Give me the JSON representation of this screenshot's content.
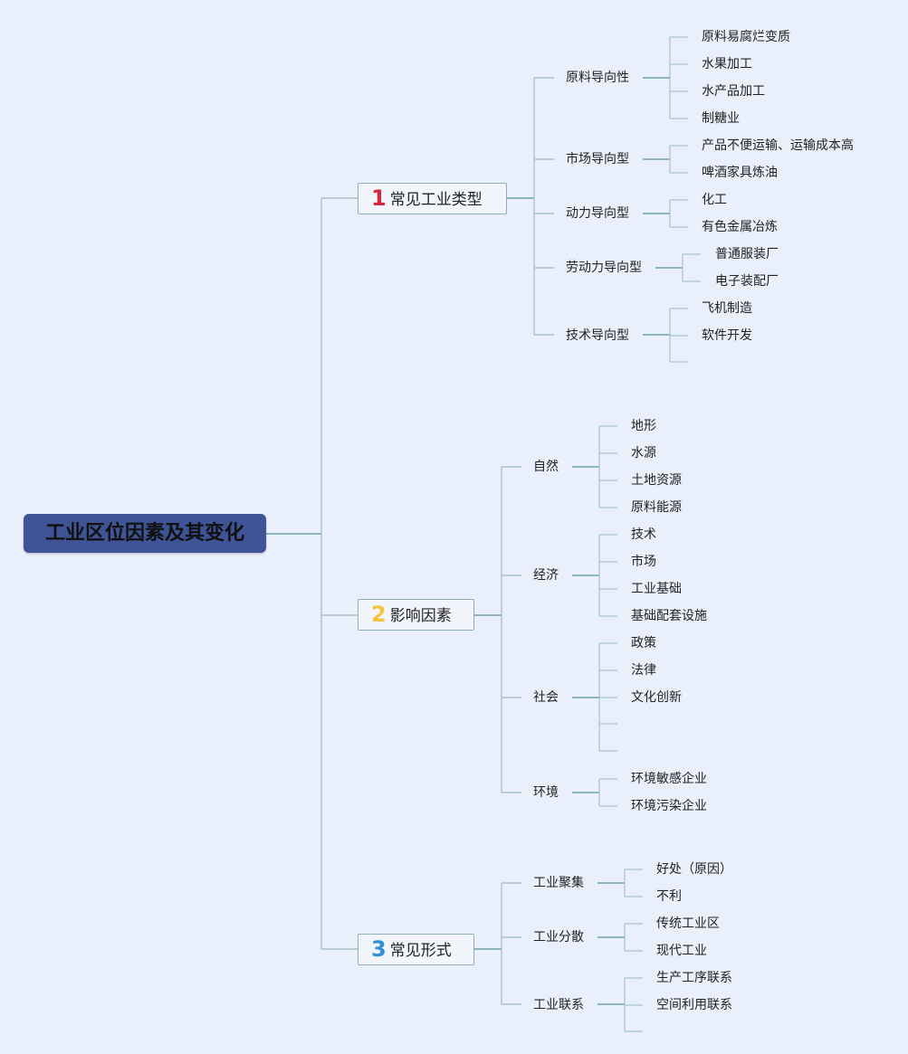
{
  "root": {
    "title": "工业区位因素及其变化"
  },
  "branches": [
    {
      "num": "1",
      "num_color": "#d9263d",
      "label": "常见工业类型",
      "groups": [
        {
          "label": "原料导向性",
          "items": [
            "原料易腐烂变质",
            "水果加工",
            "水产品加工",
            "制糖业"
          ]
        },
        {
          "label": "市场导向型",
          "items": [
            "产品不便运输、运输成本高",
            "啤酒家具炼油"
          ]
        },
        {
          "label": "动力导向型",
          "items": [
            "化工",
            "有色金属冶炼"
          ]
        },
        {
          "label": "劳动力导向型",
          "items": [
            "普通服装厂",
            "电子装配厂"
          ]
        },
        {
          "label": "技术导向型",
          "items": [
            "飞机制造",
            "软件开发",
            ""
          ]
        }
      ]
    },
    {
      "num": "2",
      "num_color": "#f2c53d",
      "label": "影响因素",
      "groups": [
        {
          "label": "自然",
          "items": [
            "地形",
            "水源",
            "土地资源",
            "原料能源"
          ]
        },
        {
          "label": "经济",
          "items": [
            "技术",
            "市场",
            "工业基础",
            "基础配套设施"
          ]
        },
        {
          "label": "社会",
          "items": [
            "政策",
            "法律",
            "文化创新",
            "",
            ""
          ]
        },
        {
          "label": "环境",
          "items": [
            "环境敏感企业",
            "环境污染企业"
          ]
        }
      ]
    },
    {
      "num": "3",
      "num_color": "#2d8fd8",
      "label": "常见形式",
      "groups": [
        {
          "label": "工业聚集",
          "items": [
            "好处（原因）",
            "不利"
          ]
        },
        {
          "label": "工业分散",
          "items": [
            "传统工业区",
            "现代工业"
          ]
        },
        {
          "label": "工业联系",
          "items": [
            "生产工序联系",
            "空间利用联系",
            ""
          ]
        }
      ]
    }
  ],
  "colors": {
    "background": "#e9f0fb",
    "root_fill": "#3f5496",
    "connector": "#6fa3a8",
    "leaf_connector": "#a9c3c8"
  }
}
